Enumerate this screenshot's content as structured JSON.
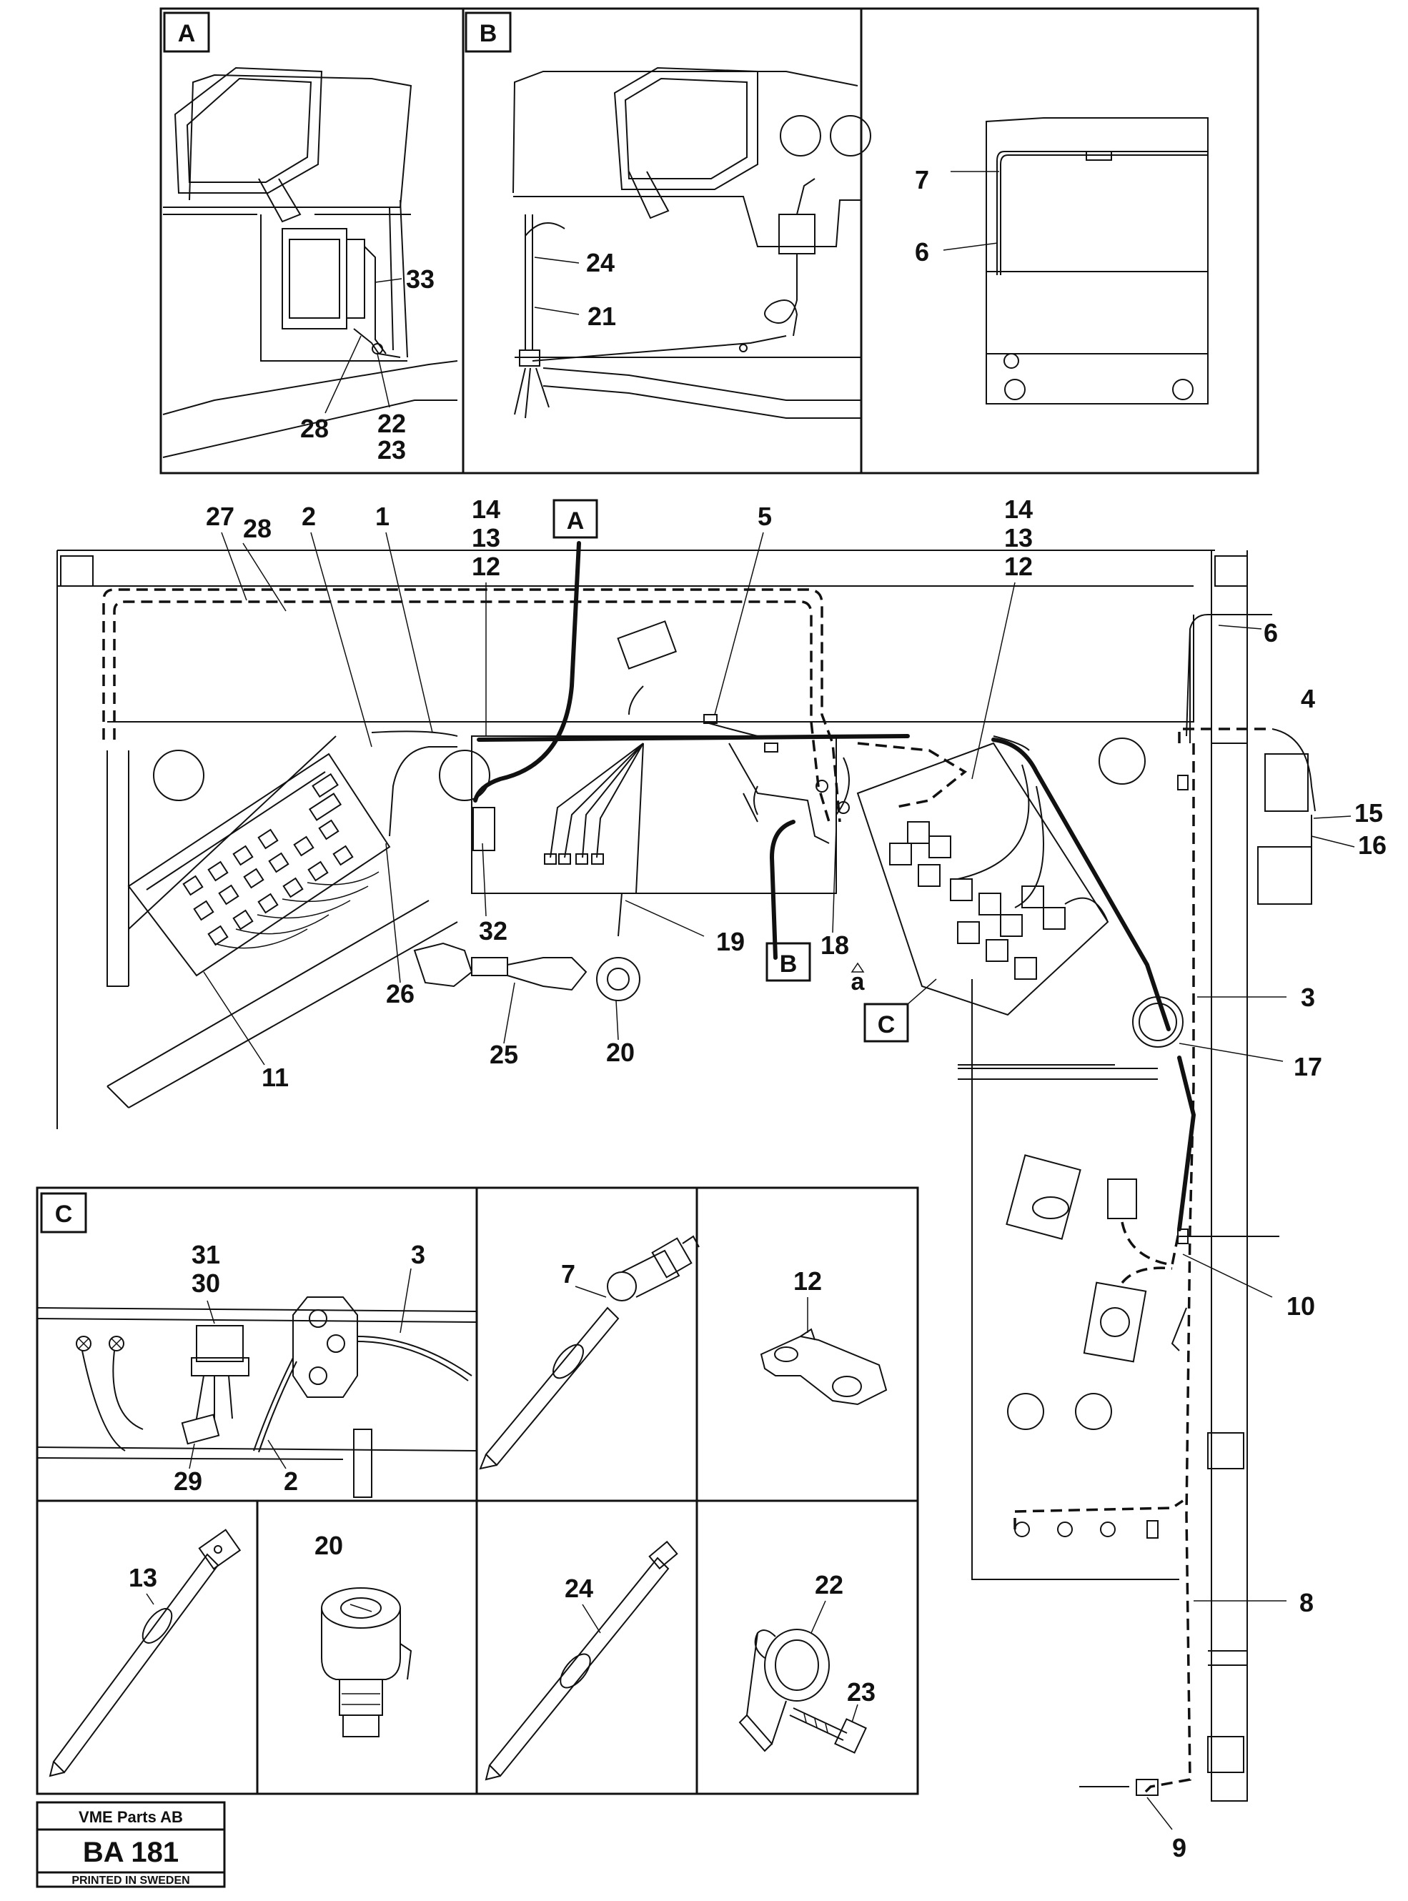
{
  "stamp": {
    "company": "VME Parts AB",
    "code": "BA 181",
    "printed": "PRINTED IN SWEDEN"
  },
  "view_letters": {
    "a": "A",
    "b": "B",
    "c": "C",
    "small_a": "a"
  },
  "callouts": {
    "n1": "1",
    "n2": "2",
    "n3": "3",
    "n4": "4",
    "n5": "5",
    "n6": "6",
    "n7": "7",
    "n8": "8",
    "n9": "9",
    "n10": "10",
    "n11": "11",
    "n12": "12",
    "n13": "13",
    "n14": "14",
    "n15": "15",
    "n16": "16",
    "n17": "17",
    "n18": "18",
    "n19": "19",
    "n20": "20",
    "n21": "21",
    "n22": "22",
    "n23": "23",
    "n24": "24",
    "n25": "25",
    "n26": "26",
    "n27": "27",
    "n28": "28",
    "n29": "29",
    "n30": "30",
    "n31": "31",
    "n32": "32",
    "n33": "33"
  }
}
